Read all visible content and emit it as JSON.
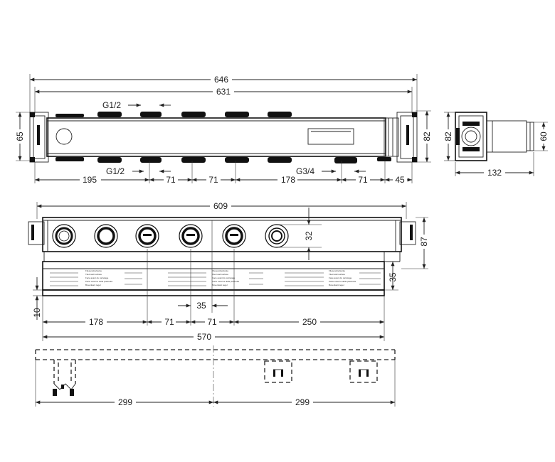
{
  "dimensions": {
    "top_overall": "646",
    "top_inner": "631",
    "thread_top": "G1/2",
    "thread_bottom": "G1/2",
    "thread_outlet": "G3/4",
    "height_left": "65",
    "height_right": "82",
    "bottom_row": [
      "195",
      "71",
      "71",
      "178",
      "71",
      "45"
    ],
    "side_height": "82",
    "side_depth": "60",
    "side_width": "132",
    "front_width": "609",
    "knob_height": "32",
    "front_depth": "87",
    "front_recess": "35",
    "front_base": "10",
    "front_spacing": "35",
    "front_row": [
      "178",
      "71",
      "71",
      "250"
    ],
    "front_total": "570",
    "plan_halves": [
      "299",
      "299"
    ]
  },
  "label_text": [
    "Fliesenoberkante",
    "Tiled wall surface",
    "Face avant du carrelage",
    "Parte esterna della piastrella",
    "Bovenkant tegel"
  ]
}
